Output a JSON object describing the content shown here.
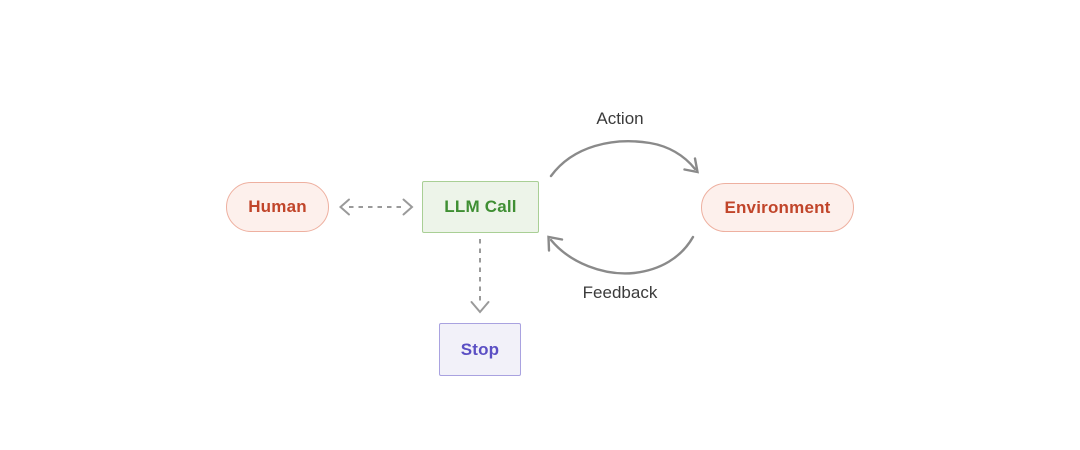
{
  "diagram": {
    "title": "LLM agent loop diagram",
    "background_color": "#ffffff",
    "nodes": [
      {
        "id": "human",
        "label": "Human",
        "shape": "pill",
        "fill": "#fdf0ec",
        "stroke": "#eeb0a0",
        "text_color": "#c1452a"
      },
      {
        "id": "llm-call",
        "label": "LLM Call",
        "shape": "rectangle",
        "fill": "#edf4e9",
        "stroke": "#a9cf95",
        "text_color": "#3f8f33"
      },
      {
        "id": "environment",
        "label": "Environment",
        "shape": "pill",
        "fill": "#fdf0ec",
        "stroke": "#eeb0a0",
        "text_color": "#c1452a"
      },
      {
        "id": "stop",
        "label": "Stop",
        "shape": "rectangle",
        "fill": "#f2f1f9",
        "stroke": "#a9a2e0",
        "text_color": "#5b4fc4"
      }
    ],
    "edges": [
      {
        "id": "human-llm",
        "from": "human",
        "to": "llm-call",
        "label": "",
        "style": "dashed",
        "direction": "bidirectional",
        "color": "#9a9a9a"
      },
      {
        "id": "llm-stop",
        "from": "llm-call",
        "to": "stop",
        "label": "",
        "style": "dashed",
        "direction": "forward",
        "color": "#9a9a9a"
      },
      {
        "id": "action",
        "from": "llm-call",
        "to": "environment",
        "label": "Action",
        "style": "solid-arc",
        "direction": "forward",
        "color": "#8a8a8a"
      },
      {
        "id": "feedback",
        "from": "environment",
        "to": "llm-call",
        "label": "Feedback",
        "style": "solid-arc",
        "direction": "forward",
        "color": "#8a8a8a"
      }
    ],
    "labels": {
      "action": "Action",
      "feedback": "Feedback"
    }
  }
}
